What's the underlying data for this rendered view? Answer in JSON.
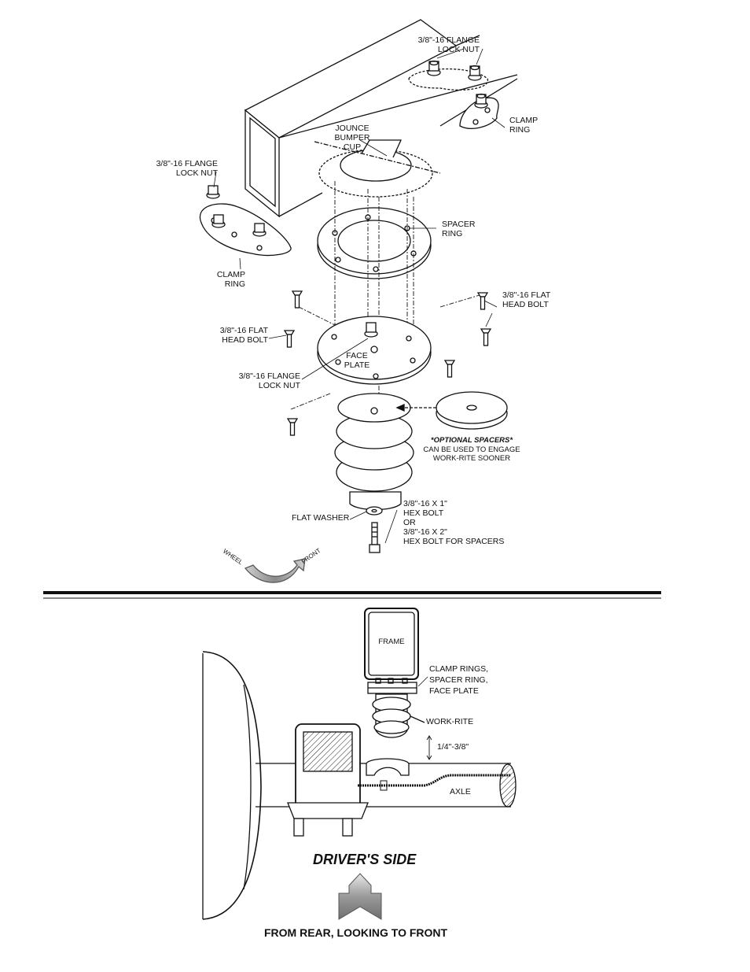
{
  "labels": {
    "flange_lock_nut_top": [
      "3/8\"-16 FLANGE",
      "LOCK NUT"
    ],
    "flange_lock_nut_left": [
      "3/8\"-16 FLANGE",
      "LOCK NUT"
    ],
    "jounce": [
      "JOUNCE",
      "BUMPER",
      "CUP"
    ],
    "clamp_ring_right": [
      "CLAMP",
      "RING"
    ],
    "clamp_ring_left": [
      "CLAMP",
      "RING"
    ],
    "spacer_ring": [
      "SPACER",
      "RING"
    ],
    "flat_head_bolt_right": [
      "3/8\"-16 FLAT",
      "HEAD BOLT"
    ],
    "flat_head_bolt_left": [
      "3/8\"-16 FLAT",
      "HEAD BOLT"
    ],
    "face_plate": [
      "FACE",
      "PLATE"
    ],
    "flange_lock_nut_mid": [
      "3/8\"-16 FLANGE",
      "LOCK NUT"
    ],
    "optional_spacers_title": "*OPTIONAL SPACERS*",
    "optional_spacers_desc": [
      "CAN BE USED TO ENGAGE",
      "WORK-RITE SOONER"
    ],
    "flat_washer": "FLAT WASHER",
    "hex_bolt": [
      "3/8\"-16 X 1\"",
      "HEX BOLT",
      "OR",
      "3/8\"-16 X 2\"",
      "HEX BOLT FOR SPACERS"
    ],
    "wheel": "WHEEL",
    "front": "FRONT",
    "frame": "FRAME",
    "clamp_stack": [
      "CLAMP RINGS,",
      "SPACER RING,",
      "FACE PLATE"
    ],
    "work_rite": "WORK-RITE",
    "gap": "1/4\"-3/8\"",
    "axle": "AXLE",
    "drivers_side": "DRIVER'S SIDE",
    "view": "FROM REAR, LOOKING TO FRONT"
  }
}
